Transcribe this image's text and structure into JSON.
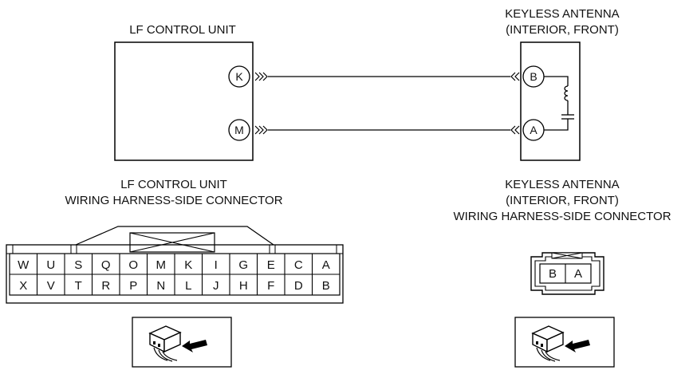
{
  "left_unit": {
    "title": "LF CONTROL UNIT",
    "terminals": [
      "K",
      "M"
    ]
  },
  "right_unit": {
    "title_line1": "KEYLESS ANTENNA",
    "title_line2": "(INTERIOR, FRONT)",
    "terminals": [
      "B",
      "A"
    ]
  },
  "left_connector": {
    "caption_line1": "LF CONTROL UNIT",
    "caption_line2": "WIRING HARNESS-SIDE CONNECTOR",
    "top_row": [
      "W",
      "U",
      "S",
      "Q",
      "O",
      "M",
      "K",
      "I",
      "G",
      "E",
      "C",
      "A"
    ],
    "bottom_row": [
      "X",
      "V",
      "T",
      "R",
      "P",
      "N",
      "L",
      "J",
      "H",
      "F",
      "D",
      "B"
    ]
  },
  "right_connector": {
    "caption_line1": "KEYLESS ANTENNA",
    "caption_line2": "(INTERIOR, FRONT)",
    "caption_line3": "WIRING HARNESS-SIDE CONNECTOR",
    "pins": [
      "B",
      "A"
    ]
  },
  "icons": {
    "left_view": "connector-view-icon",
    "right_view": "connector-view-icon"
  }
}
